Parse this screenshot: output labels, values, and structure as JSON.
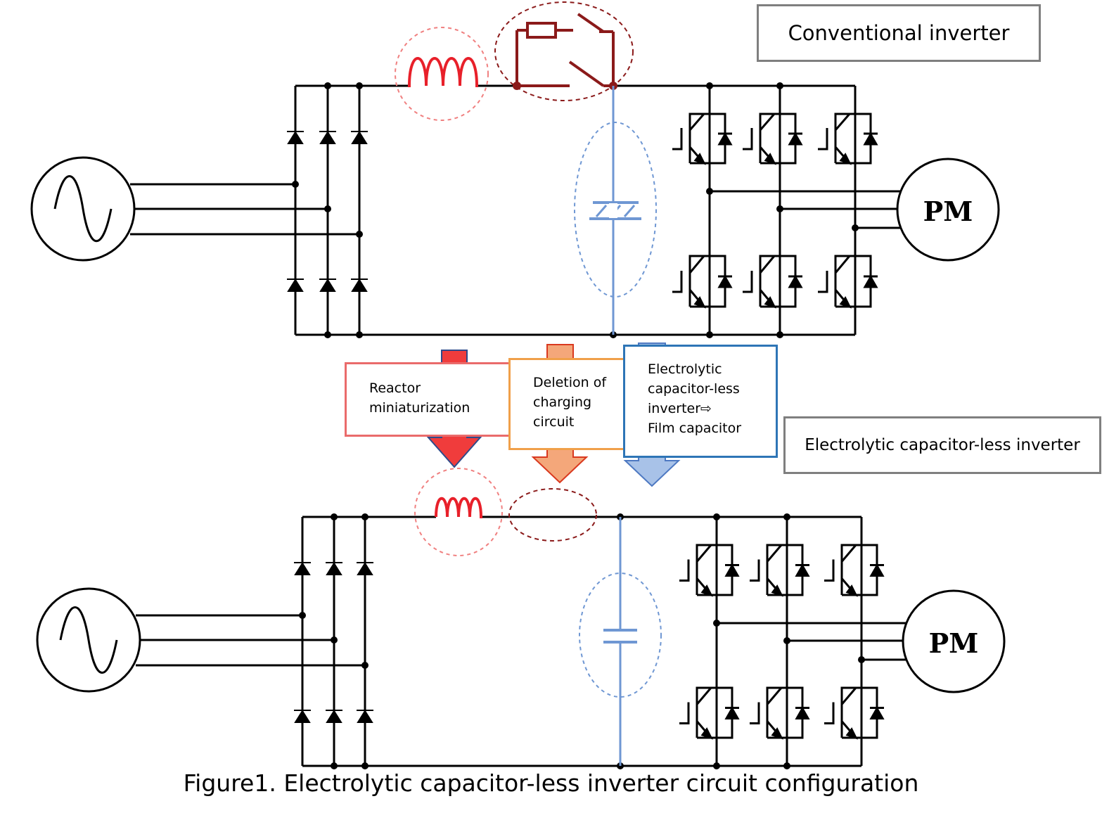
{
  "labels": {
    "conventional": "Conventional inverter",
    "capless": "Electrolytic capacitor-less inverter",
    "motor": "PM"
  },
  "notes": {
    "reactor": [
      "Reactor",
      "miniaturization"
    ],
    "charging": [
      "Deletion of",
      "charging",
      "circuit"
    ],
    "film": [
      "Electrolytic",
      "capacitor-less",
      "inverter⇨",
      "Film capacitor"
    ]
  },
  "caption": "Figure1. Electrolytic capacitor-less inverter circuit configuration",
  "colors": {
    "wire": "#000000",
    "reactor": "#e8202a",
    "reactor_circle": "#f08080",
    "charging": "#8b1a1a",
    "capacitor": "#6f97d3",
    "arrow_red": "#f03c3c",
    "arrow_orange": "#f4a77a",
    "arrow_blue": "#a8c2e8",
    "box_red": "#ea6b6b",
    "box_orange": "#f0a04a",
    "box_blue": "#2e75b6",
    "label_border": "#7f7f7f"
  }
}
